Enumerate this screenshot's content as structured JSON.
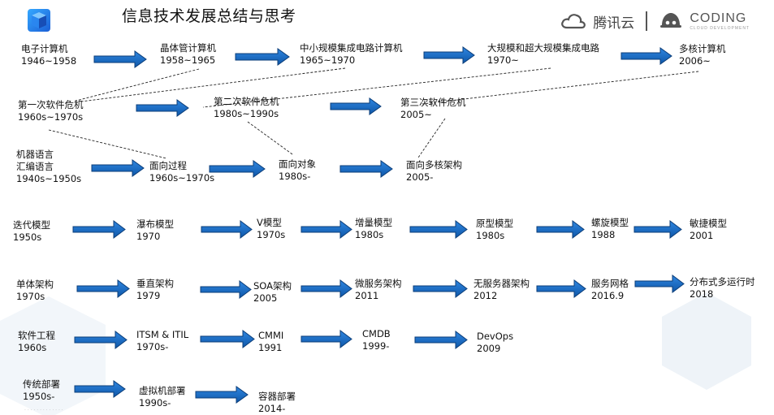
{
  "header": {
    "title": "信息技术发展总结与思考",
    "brand": {
      "tencent": "腾讯云",
      "coding": "CODING",
      "coding_sub": "CLOUD DEVELOPMENT"
    }
  },
  "colors": {
    "arrow_fill": "#1667c0",
    "arrow_stroke": "#0b3d78",
    "dash": "#222222",
    "hex": "#eef3f8"
  },
  "icons": {
    "app_logo": "cube-icon",
    "tencent_cloud": "cloud-icon",
    "coding_mascot": "coding-mascot-icon"
  },
  "nodes": {
    "computer_1": {
      "name": "电子计算机",
      "period": "1946~1958"
    },
    "computer_2": {
      "name": "晶体管计算机",
      "period": "1958~1965"
    },
    "computer_3": {
      "name": "中小规模集成电路计算机",
      "period": "1965~1970"
    },
    "computer_4": {
      "name": "大规模和超大规模集成电路",
      "period": "1970~"
    },
    "computer_5": {
      "name": "多核计算机",
      "period": "2006~"
    },
    "crisis_1": {
      "name": "第一次软件危机",
      "period": "1960s~1970s"
    },
    "crisis_2": {
      "name": "第二次软件危机",
      "period": "1980s~1990s"
    },
    "crisis_3": {
      "name": "第三次软件危机",
      "period": "2005~"
    },
    "paradigm_1": {
      "name": "机器语言",
      "name2": "汇编语言",
      "period": "1940s~1950s"
    },
    "paradigm_2": {
      "name": "面向过程",
      "period": "1960s~1970s"
    },
    "paradigm_3": {
      "name": "面向对象",
      "period": "1980s-"
    },
    "paradigm_4": {
      "name": "面向多核架构",
      "period": "2005-"
    },
    "model_1": {
      "name": "迭代模型",
      "period": "1950s"
    },
    "model_2": {
      "name": "瀑布模型",
      "period": "1970"
    },
    "model_3": {
      "name": "V模型",
      "period": "1970s"
    },
    "model_4": {
      "name": "增量模型",
      "period": "1980s"
    },
    "model_5": {
      "name": "原型模型",
      "period": "1980s"
    },
    "model_6": {
      "name": "螺旋模型",
      "period": "1988"
    },
    "model_7": {
      "name": "敏捷模型",
      "period": "2001"
    },
    "arch_1": {
      "name": "单体架构",
      "period": "1970s"
    },
    "arch_2": {
      "name": "垂直架构",
      "period": "1979"
    },
    "arch_3": {
      "name": "SOA架构",
      "period": "2005"
    },
    "arch_4": {
      "name": "微服务架构",
      "period": "2011"
    },
    "arch_5": {
      "name": "无服务器架构",
      "period": "2012"
    },
    "arch_6": {
      "name": "服务网格",
      "period": "2016.9"
    },
    "arch_7": {
      "name": "分布式多运行时",
      "period": "2018"
    },
    "eng_1": {
      "name": "软件工程",
      "period": "1960s"
    },
    "eng_2": {
      "name": "ITSM & ITIL",
      "period": "1970s-"
    },
    "eng_3": {
      "name": "CMMI",
      "period": "1991"
    },
    "eng_4": {
      "name": "CMDB",
      "period": "1999-"
    },
    "eng_5": {
      "name": "DevOps",
      "period": "2009"
    },
    "deploy_1": {
      "name": "传统部署",
      "period": "1950s-"
    },
    "deploy_2": {
      "name": "虚拟机部署",
      "period": "1990s-"
    },
    "deploy_3": {
      "name": "容器部署",
      "period": "2014-"
    }
  }
}
